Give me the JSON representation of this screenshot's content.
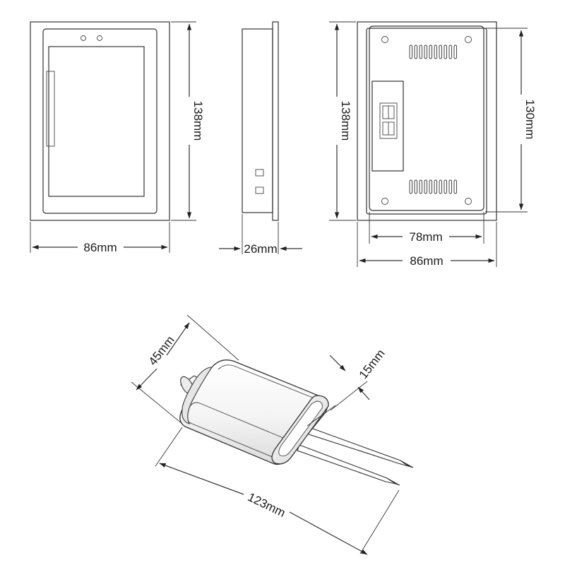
{
  "views": {
    "front": {
      "width_label": "86mm",
      "height_label": "138mm"
    },
    "side": {
      "depth_label": "26mm"
    },
    "back": {
      "height_label": "138mm",
      "inner_height_label": "130mm",
      "inner_width_label": "78mm",
      "width_label": "86mm"
    },
    "probe": {
      "body_width_label": "45mm",
      "pin_spacing_label": "15mm",
      "length_label": "123mm"
    }
  },
  "colors": {
    "stroke": "#333333",
    "text": "#1a1a1a",
    "background": "#ffffff"
  }
}
